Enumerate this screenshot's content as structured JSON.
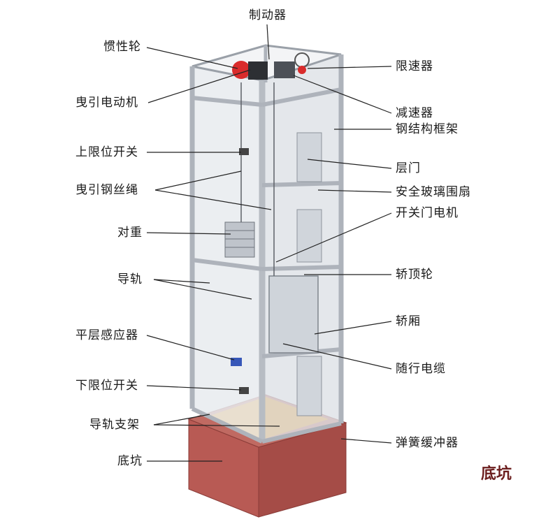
{
  "labels_left": {
    "inertia_wheel": "惯性轮",
    "traction_motor": "曳引电动机",
    "upper_limit_switch": "上限位开关",
    "traction_rope": "曳引钢丝绳",
    "counterweight": "对重",
    "guide_rail": "导轨",
    "leveling_sensor": "平层感应器",
    "lower_limit_switch": "下限位开关",
    "rail_bracket": "导轨支架",
    "pit": "底坑"
  },
  "labels_top": {
    "brake": "制动器"
  },
  "labels_right": {
    "speed_governor": "限速器",
    "reducer": "减速器",
    "steel_frame": "钢结构框架",
    "landing_door": "层门",
    "glass_panel": "安全玻璃围扇",
    "door_motor": "开关门电机",
    "car_top_wheel": "轿顶轮",
    "car": "轿厢",
    "travel_cable": "随行电缆",
    "spring_buffer": "弹簧缓冲器"
  },
  "caption": "底坑",
  "colors": {
    "pit_front": "#b85a54",
    "pit_side": "#a54c47",
    "frame": "#c9ccd2",
    "buffer_plate": "#f2a317",
    "motor_red": "#d92b2b"
  }
}
